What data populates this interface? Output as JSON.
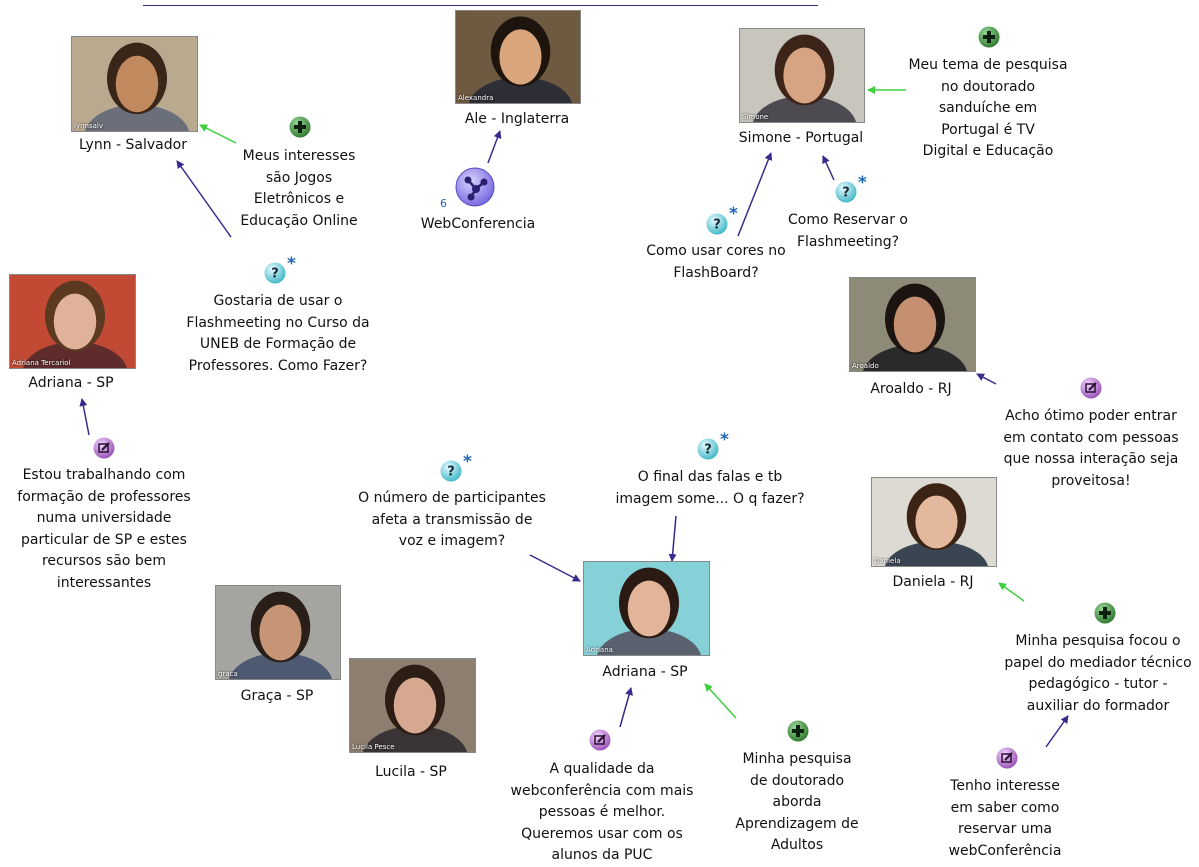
{
  "participants": [
    {
      "name": "Lynn - Salvador",
      "cam_label": "lynnsalv",
      "bg": "#b9a98f",
      "skin": "#c08a5e",
      "hair": "#3a2618",
      "shirt": "#6a6f7a"
    },
    {
      "name": "Ale - Inglaterra",
      "cam_label": "Alexandra",
      "bg": "#6e5a40",
      "skin": "#d9a57c",
      "hair": "#1e140e",
      "shirt": "#2e2e36"
    },
    {
      "name": "Simone - Portugal",
      "cam_label": "Simone",
      "bg": "#c7c5bc",
      "skin": "#d6a482",
      "hair": "#3d2418",
      "shirt": "#4d4a52"
    },
    {
      "name": "Adriana - SP",
      "cam_label": "Adriana Tercariol",
      "bg": "#c24a35",
      "skin": "#e0b29a",
      "hair": "#5c3a22",
      "shirt": "#5f2c2c"
    },
    {
      "name": "Aroaldo - RJ",
      "cam_label": "Aroaldo",
      "bg": "#8d8a78",
      "skin": "#c49070",
      "hair": "#1b1410",
      "shirt": "#2a2a2a"
    },
    {
      "name": "Daniela - RJ",
      "cam_label": "Daniela",
      "bg": "#dcdad2",
      "skin": "#e3b89c",
      "hair": "#3b2416",
      "shirt": "#3a4554"
    },
    {
      "name": "Adriana - SP",
      "cam_label": "Adriana",
      "bg": "#86d0d8",
      "skin": "#e2b49a",
      "hair": "#2b1a12",
      "shirt": "#5a6270"
    },
    {
      "name": "Graça - SP",
      "cam_label": "graca",
      "bg": "#a4a4a0",
      "skin": "#c59576",
      "hair": "#2a1e18",
      "shirt": "#4e5a72"
    },
    {
      "name": "Lucila - SP",
      "cam_label": "Lucila Pesce",
      "bg": "#8d7f70",
      "skin": "#d6a890",
      "hair": "#2c1d15",
      "shirt": "#3a3436"
    }
  ],
  "webconf": {
    "count": "6",
    "label": "WebConferencia"
  },
  "notes": [
    {
      "type": "plus",
      "text": "Meus interesses\nsão Jogos\nEletrônicos e\nEducação Online"
    },
    {
      "type": "plus",
      "text": "Meu tema de pesquisa\nno doutorado\nsanduíche em\nPortugal é TV\nDigital e Educação"
    },
    {
      "type": "question",
      "text": "Como usar cores no\nFlashBoard?"
    },
    {
      "type": "question",
      "text": "Como Reservar o\nFlashmeeting?"
    },
    {
      "type": "question",
      "text": "Gostaria de usar o\nFlashmeeting no Curso da\nUNEB de Formação de\nProfessores. Como Fazer?"
    },
    {
      "type": "comment",
      "text": "Estou trabalhando com\nformação de professores\nnuma universidade\nparticular de SP e estes\nrecursos são bem\ninteressantes"
    },
    {
      "type": "question",
      "text": "O número de participantes\nafeta a transmissão de\nvoz e imagem?"
    },
    {
      "type": "question",
      "text": "O final das falas e tb\nimagem some...  O q fazer?"
    },
    {
      "type": "comment",
      "text": "Acho ótimo poder entrar\nem contato com pessoas\nque nossa interação seja\nproveitosa!"
    },
    {
      "type": "plus",
      "text": "Minha pesquisa focou o\npapel do mediador técnico\npedagógico - tutor -\nauxiliar do formador"
    },
    {
      "type": "comment",
      "text": "A qualidade da\nwebconferência com mais\npessoas é melhor.\nQueremos usar com os\nalunos da PUC"
    },
    {
      "type": "plus",
      "text": "Minha pesquisa\nde doutorado\naborda\nAprendizagem de\nAdultos"
    },
    {
      "type": "comment",
      "text": "Tenho interesse\nem saber  como\nreservar uma\nwebConferência"
    }
  ],
  "colors": {
    "question_icon": "#41b7c7",
    "plus_icon": "#2f7a2f",
    "comment_icon": "#9b52b8",
    "hub_icon": "#7a6ae0",
    "link_purple": "#3b2a8c",
    "link_green": "#3cd13c",
    "star": "#1f66b8"
  }
}
